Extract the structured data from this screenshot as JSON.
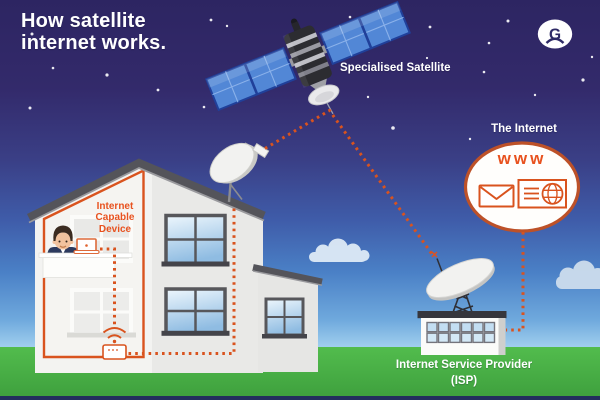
{
  "title": {
    "line1": "How satellite",
    "line2": "internet works."
  },
  "logo": {
    "letter": "G"
  },
  "satellite": {
    "label": "Specialised Satellite"
  },
  "internet_hub": {
    "label": "The Internet",
    "www_text": "www"
  },
  "house": {
    "device_label_lines": [
      "Internet",
      "Capable",
      "Device"
    ]
  },
  "isp": {
    "label_line1": "Internet Service Provider",
    "label_line2": "(ISP)"
  },
  "colors": {
    "accent_orange": "#d9531e",
    "text_orange": "#e8521f",
    "circle_border": "#bd5128",
    "sky_top": "#2d2562",
    "sky_horizon": "#a2d0ef",
    "grass_green": "#4cb848",
    "bottom_strip_navy": "#232f5d",
    "solar_panel_blue": "#5287d6",
    "roof_gray": "#54545a"
  },
  "icons": [
    "g-logo",
    "satellite-icon",
    "satellite-dish-icon",
    "envelope-icon",
    "globe-page-icon",
    "wifi-icon",
    "router-icon",
    "laptop-icon",
    "person-icon",
    "house-icon",
    "isp-building-icon"
  ]
}
